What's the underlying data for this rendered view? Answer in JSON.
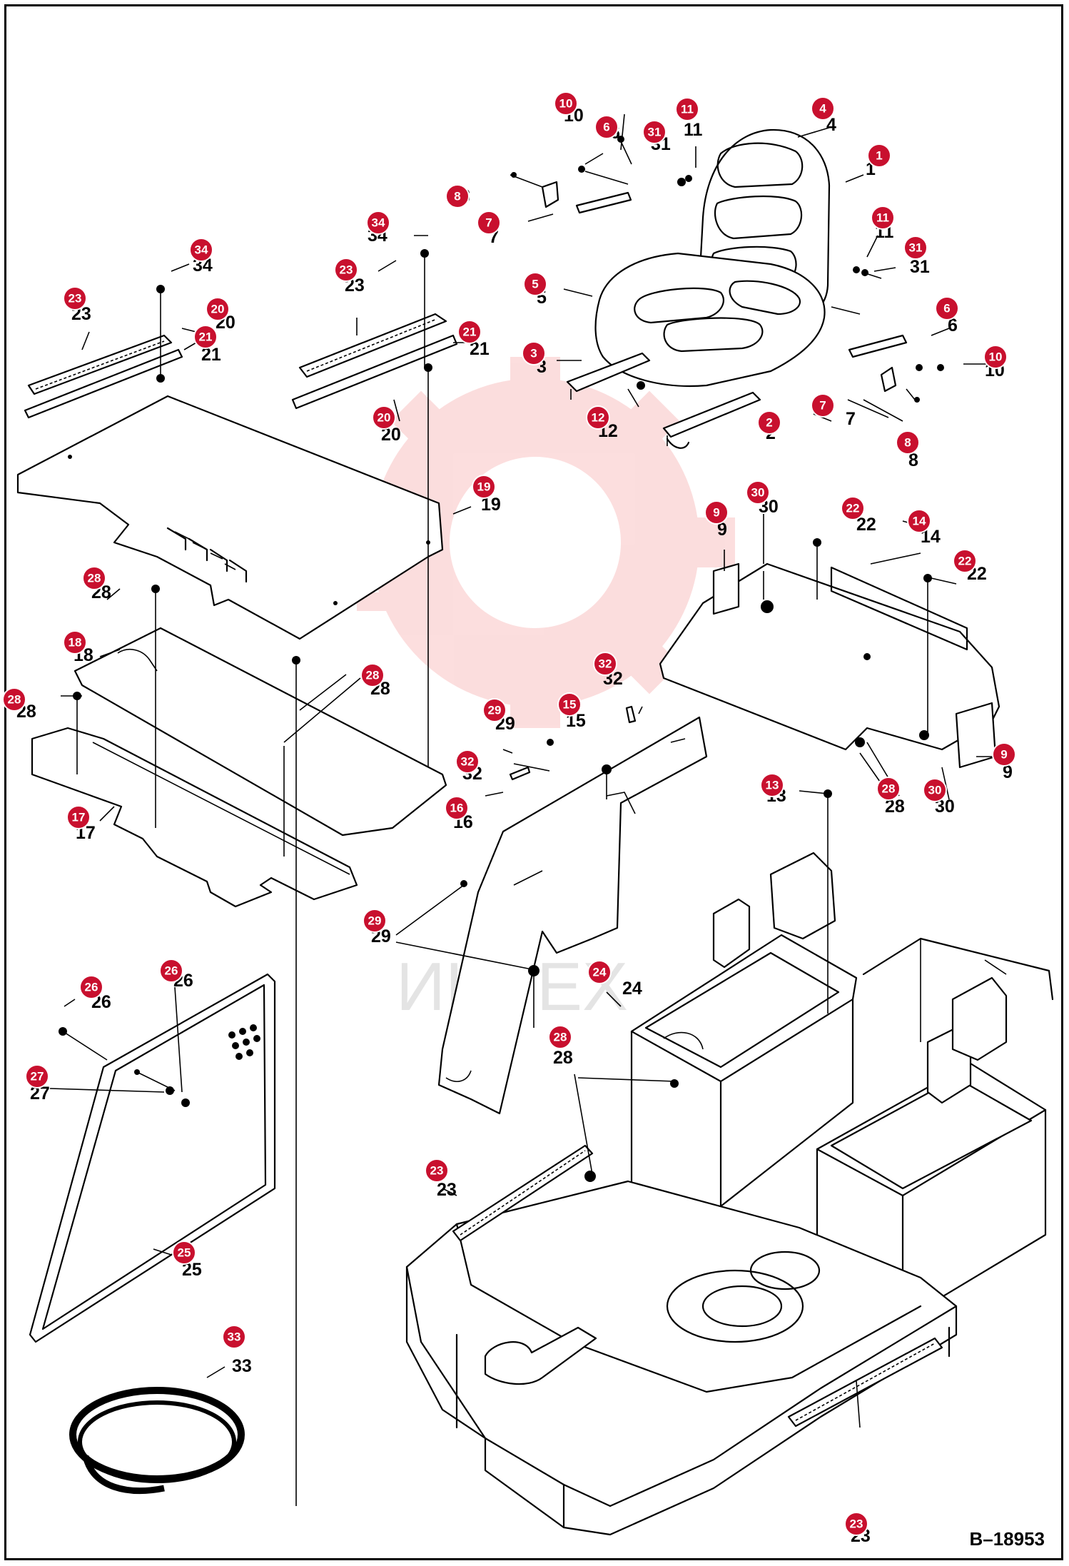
{
  "watermark": {
    "text": "ИНТЕХ",
    "color": "#e60000"
  },
  "reference": "B–18953",
  "badge_color": "#c8102e",
  "callouts": [
    {
      "id": "c1",
      "num": "1"
    },
    {
      "id": "c2",
      "num": "2"
    },
    {
      "id": "c3",
      "num": "3"
    },
    {
      "id": "c4",
      "num": "4"
    },
    {
      "id": "c5",
      "num": "5"
    },
    {
      "id": "c6a",
      "num": "6"
    },
    {
      "id": "c6b",
      "num": "6"
    },
    {
      "id": "c7a",
      "num": "7"
    },
    {
      "id": "c7b",
      "num": "7"
    },
    {
      "id": "c8a",
      "num": "8"
    },
    {
      "id": "c8b",
      "num": "8"
    },
    {
      "id": "c9a",
      "num": "9"
    },
    {
      "id": "c9b",
      "num": "9"
    },
    {
      "id": "c10a",
      "num": "10"
    },
    {
      "id": "c10b",
      "num": "10"
    },
    {
      "id": "c11a",
      "num": "11"
    },
    {
      "id": "c11b",
      "num": "11"
    },
    {
      "id": "c12",
      "num": "12"
    },
    {
      "id": "c13",
      "num": "13"
    },
    {
      "id": "c14",
      "num": "14"
    },
    {
      "id": "c15",
      "num": "15"
    },
    {
      "id": "c16",
      "num": "16"
    },
    {
      "id": "c17",
      "num": "17"
    },
    {
      "id": "c18",
      "num": "18"
    },
    {
      "id": "c19",
      "num": "19"
    },
    {
      "id": "c20a",
      "num": "20"
    },
    {
      "id": "c20b",
      "num": "20"
    },
    {
      "id": "c21a",
      "num": "21"
    },
    {
      "id": "c21b",
      "num": "21"
    },
    {
      "id": "c22a",
      "num": "22"
    },
    {
      "id": "c22b",
      "num": "22"
    },
    {
      "id": "c23a",
      "num": "23"
    },
    {
      "id": "c23b",
      "num": "23"
    },
    {
      "id": "c23c",
      "num": "23"
    },
    {
      "id": "c23d",
      "num": "23"
    },
    {
      "id": "c24",
      "num": "24"
    },
    {
      "id": "c25",
      "num": "25"
    },
    {
      "id": "c26a",
      "num": "26"
    },
    {
      "id": "c26b",
      "num": "26"
    },
    {
      "id": "c27",
      "num": "27"
    },
    {
      "id": "c28a",
      "num": "28"
    },
    {
      "id": "c28b",
      "num": "28"
    },
    {
      "id": "c28c",
      "num": "28"
    },
    {
      "id": "c28d",
      "num": "28"
    },
    {
      "id": "c28e",
      "num": "28"
    },
    {
      "id": "c29a",
      "num": "29"
    },
    {
      "id": "c29b",
      "num": "29"
    },
    {
      "id": "c30a",
      "num": "30"
    },
    {
      "id": "c30b",
      "num": "30"
    },
    {
      "id": "c31a",
      "num": "31"
    },
    {
      "id": "c31b",
      "num": "31"
    },
    {
      "id": "c32a",
      "num": "32"
    },
    {
      "id": "c32b",
      "num": "32"
    },
    {
      "id": "c33",
      "num": "33"
    },
    {
      "id": "c34a",
      "num": "34"
    },
    {
      "id": "c34b",
      "num": "34"
    }
  ]
}
